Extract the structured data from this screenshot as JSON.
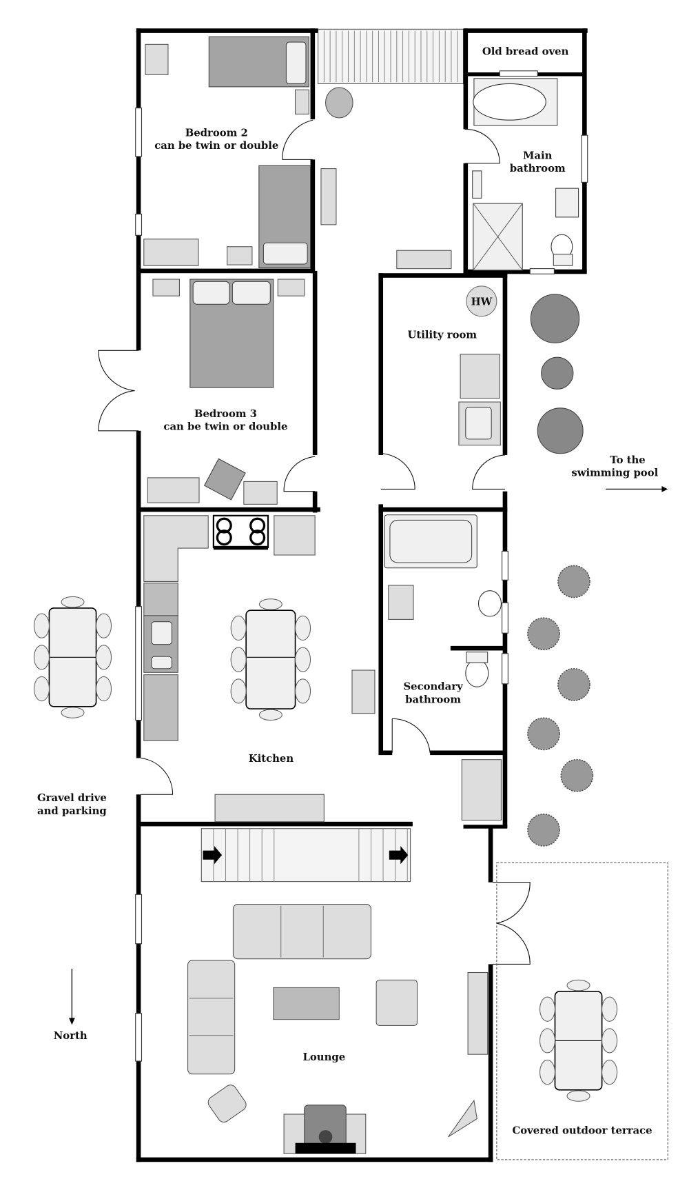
{
  "rooms": {
    "old_bread_oven": "Old bread oven",
    "bedroom2": {
      "line1": "Bedroom 2",
      "line2": "can be twin or double"
    },
    "main_bathroom": {
      "line1": "Main",
      "line2": "bathroom"
    },
    "hot_water": "HW",
    "utility_room": "Utility room",
    "bedroom3": {
      "line1": "Bedroom 3",
      "line2": "can be twin or double"
    },
    "secondary_bathroom": {
      "line1": "Secondary",
      "line2": "bathroom"
    },
    "kitchen": "Kitchen",
    "lounge": "Lounge",
    "covered_terrace": "Covered outdoor terrace"
  },
  "outside": {
    "pool": {
      "line1": "To the",
      "line2": "swimming pool"
    },
    "parking": {
      "line1": "Gravel drive",
      "line2": "and parking"
    },
    "north": "North"
  }
}
